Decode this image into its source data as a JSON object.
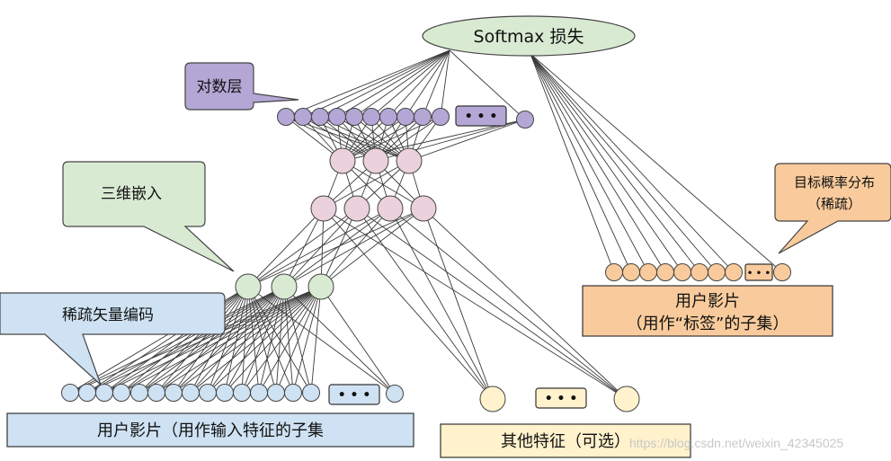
{
  "labels": {
    "softmax": "Softmax 损失",
    "log_layer": "对数层",
    "embedding": "三维嵌入",
    "sparse": "稀疏矢量编码",
    "target": [
      "目标概率分布",
      "（稀疏）"
    ],
    "label_box": [
      "用户影片",
      "（用作“标签”的子集）"
    ],
    "input_box": "用户影片（用作输入特征的子集",
    "other_box": "其他特征（可选）",
    "ellipsis": "• • •",
    "ellipsis_small": "• • •"
  },
  "watermark": "https://blog.csdn.net/weixin_42345025",
  "colors": {
    "green_fill": "#d9ead3",
    "green_stroke": "#6a9a5b",
    "purple_fill": "#b4a7d6",
    "pink_fill": "#ead1dc",
    "blue_fill": "#cfe2f3",
    "orange_fill": "#f9cb9c",
    "yellow_fill": "#fff2cc",
    "stroke": "#444444"
  }
}
